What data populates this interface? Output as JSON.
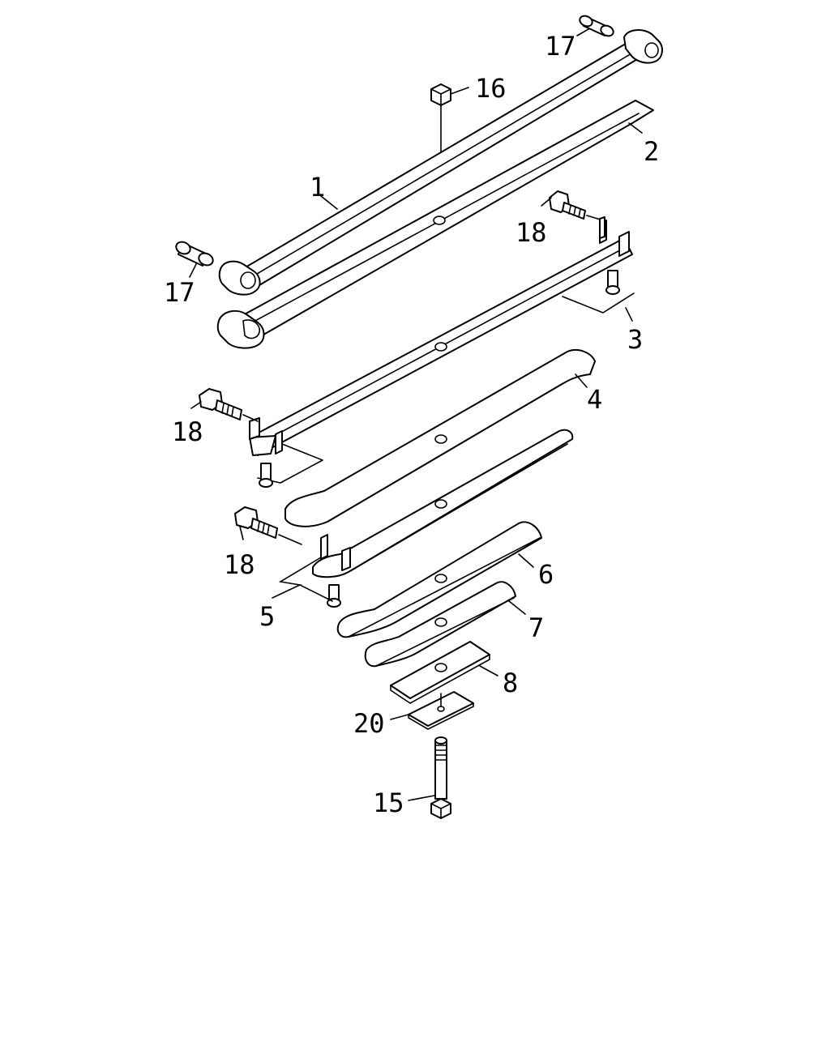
{
  "callouts": {
    "c1": "1",
    "c2": "2",
    "c3": "3",
    "c4": "4",
    "c5": "5",
    "c6": "6",
    "c7": "7",
    "c8": "8",
    "c15": "15",
    "c16": "16",
    "c17a": "17",
    "c17b": "17",
    "c18a": "18",
    "c18b": "18",
    "c18c": "18",
    "c20": "20"
  }
}
